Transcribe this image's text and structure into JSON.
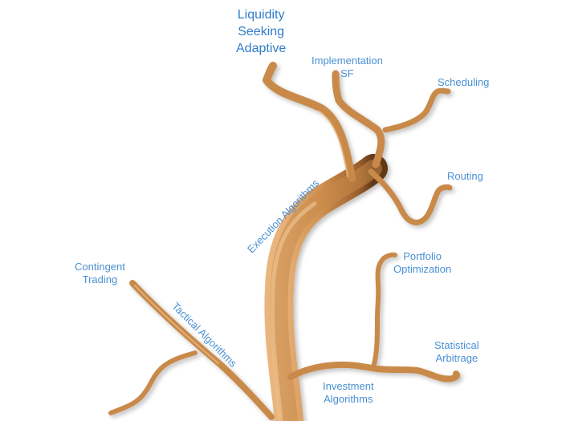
{
  "diagram": {
    "type": "tree",
    "colors": {
      "branch": "#c98a4a",
      "branch_light": "#e8b27a",
      "branch_dark": "#7a4a22",
      "label": "#4a90d4"
    },
    "branches": {
      "execution": {
        "label": "Execution Algorithms",
        "leaves": [
          {
            "id": "liquidity",
            "lines": [
              "Liquidity",
              "Seeking",
              "Adaptive"
            ]
          },
          {
            "id": "implementation",
            "lines": [
              "Implementation",
              "SF"
            ]
          },
          {
            "id": "scheduling",
            "lines": [
              "Scheduling"
            ]
          },
          {
            "id": "routing",
            "lines": [
              "Routing"
            ]
          }
        ]
      },
      "tactical": {
        "label": "Tactical Algorithms",
        "leaves": [
          {
            "id": "contingent",
            "lines": [
              "Contingent",
              "Trading"
            ]
          }
        ]
      },
      "investment": {
        "label": "Investment Algorithms",
        "label_lines": [
          "Investment",
          "Algorithms"
        ],
        "leaves": [
          {
            "id": "portfolio",
            "lines": [
              "Portfolio",
              "Optimization"
            ]
          },
          {
            "id": "statarb",
            "lines": [
              "Statistical",
              "Arbitrage"
            ]
          }
        ]
      }
    }
  }
}
